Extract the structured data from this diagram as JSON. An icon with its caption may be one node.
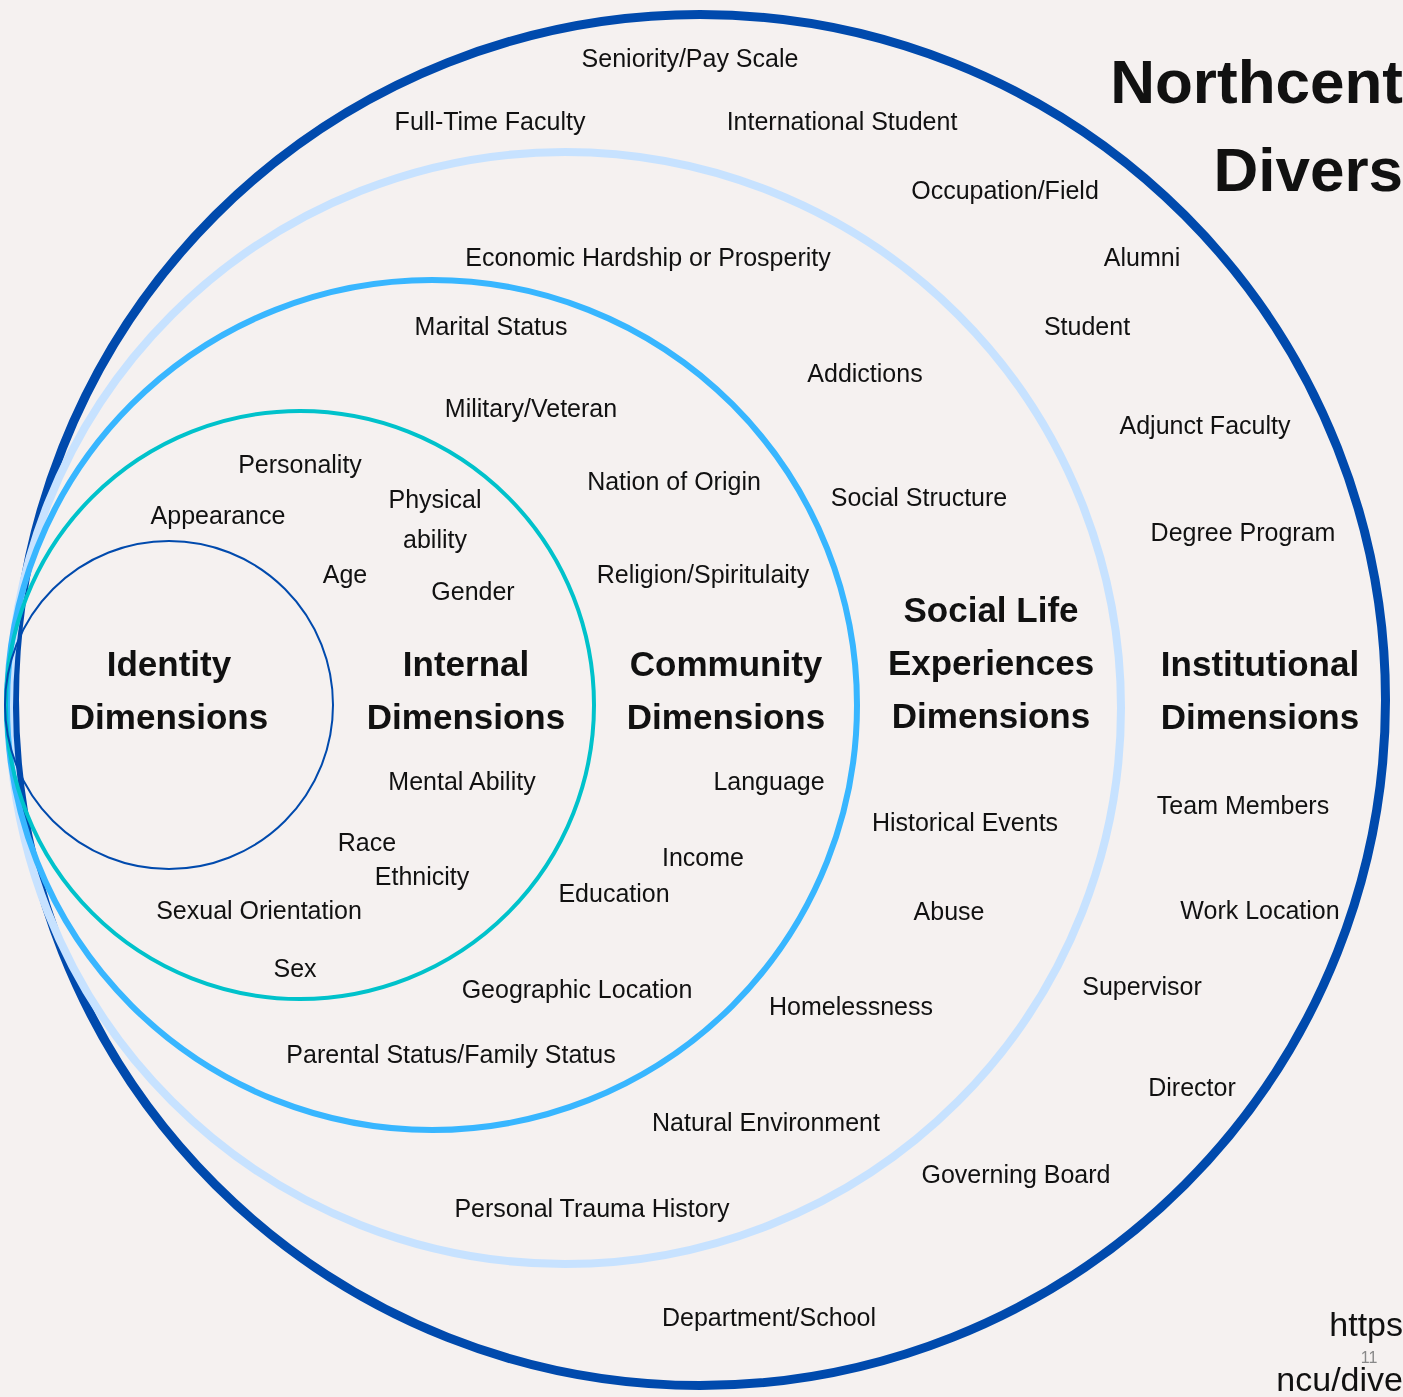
{
  "diagram": {
    "title": "Northcent Divers",
    "nodes": [
      {
        "text": [
          "Institutional Dimensions"
        ]
      },
      {
        "text": [
          "Social Life Experiences Dimensions"
        ],
        "in": 0
      },
      {
        "text": [
          "Community Dimensions"
        ],
        "in": 1
      },
      {
        "text": [
          "Internal Dimensions"
        ],
        "in": 2
      },
      {
        "text": [
          "Identity Dimensions"
        ],
        "in": 3
      }
    ],
    "labels": [
      "Seniority/Pay Scale",
      "Full-Time Faculty",
      "International Student",
      "Occupation/Field",
      "Economic Hardship or Prosperity",
      "Alumni",
      "Marital Status",
      "Student",
      "Addictions",
      "Military/Veteran",
      "Adjunct Faculty",
      "Personality",
      "Nation of Origin",
      "Social Structure",
      "Appearance",
      "Physical ability",
      "Degree Program",
      "Age",
      "Gender",
      "Religion/Spiritulaity",
      "Mental Ability",
      "Language",
      "Team Members",
      "Historical Events",
      "Race",
      "Ethnicity",
      "Education",
      "Income",
      "Sexual Orientation",
      "Abuse",
      "Work Location",
      "Sex",
      "Geographic Location",
      "Homelessness",
      "Supervisor",
      "Parental Status/Family Status",
      "Director",
      "Natural Environment",
      "Governing Board",
      "Personal Trauma History",
      "Department/School",
      "https ncu/dive",
      "11"
    ]
  }
}
